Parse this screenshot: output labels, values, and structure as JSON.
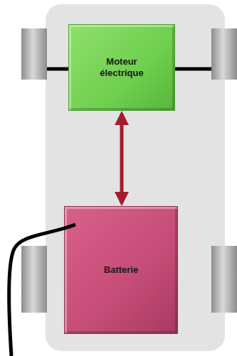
{
  "diagram": {
    "nodes": [
      {
        "text": [
          "Moteur électrique"
        ]
      },
      {
        "text": [
          "Batterie"
        ]
      }
    ],
    "edges": [
      {
        "from": 0,
        "to": 1,
        "arrow": "both"
      }
    ]
  }
}
